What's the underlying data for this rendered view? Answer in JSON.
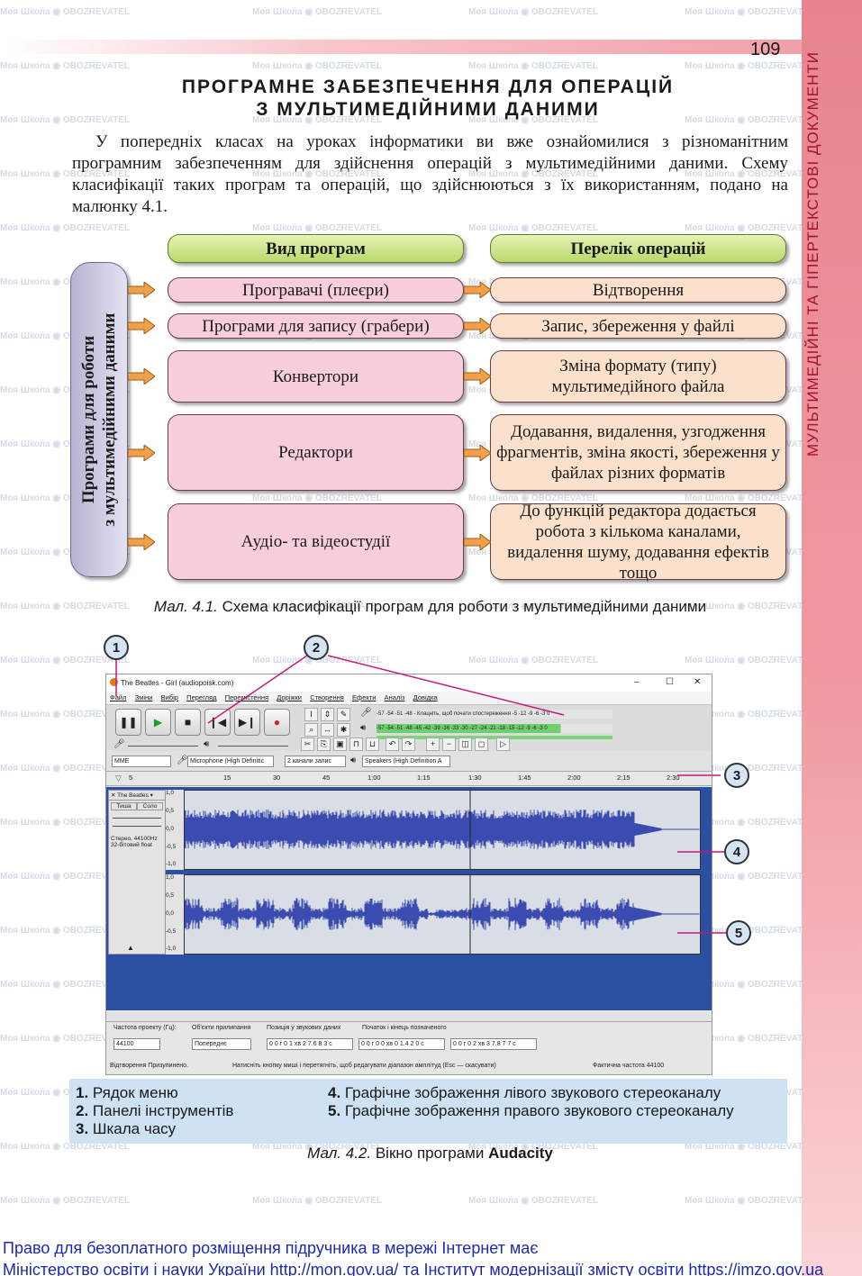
{
  "watermark": {
    "brand_a": "Моя Школа",
    "brand_b": "OBOZREVATEL"
  },
  "page": {
    "number": "109",
    "sidebar_text": "МУЛЬТИМЕДІЙНІ ТА ГІПЕРТЕКСТОВІ ДОКУМЕНТИ",
    "title_line1": "ПРОГРАМНЕ ЗАБЕЗПЕЧЕННЯ ДЛЯ ОПЕРАЦІЙ",
    "title_line2": "З МУЛЬТИМЕДІЙНИМИ ДАНИМИ",
    "intro": "У попередніх класах на уроках інформатики ви вже ознайомилися з різноманітним програмним забезпеченням для здійснення операцій з мультимедійними даними. Схему класифікації таких програм та операцій, що здійснюються з їх використанням, подано на малюнку 4.1."
  },
  "diagram": {
    "side_label_line1": "Програми для роботи",
    "side_label_line2": "з мультимедійними даними",
    "header_programs": "Вид програм",
    "header_operations": "Перелік операцій",
    "rows": [
      {
        "program": "Програвачі (плеєри)",
        "operation": "Відтворення"
      },
      {
        "program": "Програми для запису (грабери)",
        "operation": "Запис, збереження у файлі"
      },
      {
        "program": "Конвертори",
        "operation": "Зміна формату (типу) мультимедійного файла"
      },
      {
        "program": "Редактори",
        "operation": "Додавання, видалення, узгодження фрагментів, зміна якості, збереження у файлах різних форматів"
      },
      {
        "program": "Аудіо- та відеостудії",
        "operation": "До функцій редактора додається робота з кількома каналами, видалення шуму, додавання ефектів тощо"
      }
    ],
    "caption_prefix": "Мал. 4.1.",
    "caption_text": " Схема класифікації програм для роботи з мультимедійними даними"
  },
  "audacity": {
    "window_title": "The Beatles - Girl  (audiopoisk.com)",
    "window_controls": [
      "–",
      "☐",
      "✕"
    ],
    "menu": [
      "Файл",
      "Зміни",
      "Вибір",
      "Перегляд",
      "Перемістення",
      "Доріжки",
      "Створення",
      "Ефекти",
      "Аналіз",
      "Довідка"
    ],
    "meter_record_scale": "-57 -54 -51 -48 -  Клацніть, щоб почати спостереження  -5 -12 -9 -6 -3 0",
    "meter_play_scale": "-57 -54 -51 -48 -45 -42 -39 -36 -33 -30 -27 -24 -21 -18 -15 -12 -9 -6 -3 0",
    "device_host": "MME",
    "device_input": "Microphone (High Definitic",
    "device_channels": "2 канали запис",
    "device_output": "Speakers (High Definition A",
    "ruler_ticks": [
      "5",
      "15",
      "30",
      "45",
      "1:00",
      "1:15",
      "1:30",
      "1:45",
      "2:00",
      "2:15",
      "2:30"
    ],
    "track_name": "The Beatles",
    "track_mute": "Тиша",
    "track_solo": "Соло",
    "track_info": "Стерео, 44100Hz 32-бітовий float",
    "amp_scale": [
      "1,0",
      "0,5",
      "0,0",
      "-0,5",
      "-1,0"
    ],
    "label_rate": "Частота проекту (Гц):",
    "label_snap": "Об'єкти прилипання",
    "label_position": "Позиція у звукових даних",
    "label_selection": "Початок і кінець позначеного",
    "rate_value": "44100",
    "snap_value": "Попереднє",
    "position_value": "0 0 г 0 1 хв 2 7.6 8 3 с",
    "sel_start": "0 0 г 0 0 хв 0 1.4 2 0 с",
    "sel_end": "0 0 г 0 2 хв 3 7.8 7 7 с",
    "status_left": "Відтворення Призупинено.",
    "status_mid": "Натисніть кнопку миші і перетягніть, щоб редагувати діапазон амплітуд (Esc — скасувати)",
    "status_right": "Фактична частота 44100"
  },
  "callouts": [
    "1",
    "2",
    "3",
    "4",
    "5"
  ],
  "legend": [
    {
      "num": "1.",
      "text": " Рядок меню"
    },
    {
      "num": "2.",
      "text": " Панелі інструментів"
    },
    {
      "num": "3.",
      "text": " Шкала часу"
    },
    {
      "num": "4.",
      "text": " Графічне зображення лівого звукового стереоканалу"
    },
    {
      "num": "5.",
      "text": " Графічне зображення правого звукового стереоканалу"
    }
  ],
  "caption2": {
    "prefix": "Мал. 4.2.",
    "text": " Вікно програми ",
    "bold": "Audacity"
  },
  "footer": {
    "line1": "Право для безоплатного розміщення підручника в мережі Інтернет має",
    "line2": "Міністерство освіти і науки України http://mon.gov.ua/ та Інститут модернізації змісту освіти https://imzo.gov.ua"
  },
  "colors": {
    "sidebar": "#f09aa2",
    "sidebar_text": "#a3152e",
    "pink_box": "#f9cedb",
    "peach_box": "#fbe1cb",
    "green_box": "#b9d96a",
    "legend_bg": "#cfe2f3",
    "footer_text": "#1d2ab0",
    "track_bg": "#2b4fa3"
  },
  "icons": [
    "pause-icon",
    "play-icon",
    "stop-icon",
    "skip-start-icon",
    "skip-end-icon",
    "record-icon",
    "microphone-icon",
    "speaker-icon",
    "orange-arrow-icon"
  ]
}
